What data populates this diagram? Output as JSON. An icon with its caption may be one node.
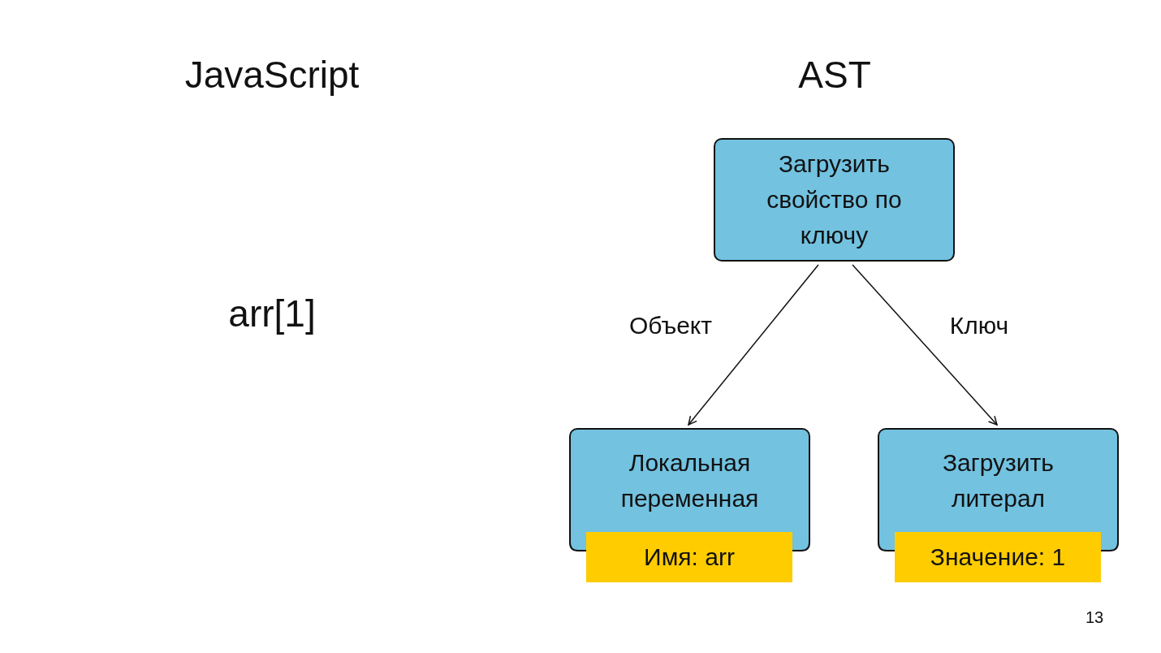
{
  "diagram": {
    "nodes": [
      {
        "text": [
          "Загрузить свойство по ключу"
        ]
      },
      {
        "text": [
          "Локальная переменная"
        ]
      },
      {
        "text": [
          "Имя: arr"
        ]
      },
      {
        "text": [
          "Загрузить литерал"
        ]
      },
      {
        "text": [
          "Значение: 1"
        ]
      }
    ],
    "edges": [
      {
        "from": 0,
        "to": 1,
        "arrow": "to",
        "label": "Объект"
      },
      {
        "from": 0,
        "to": 3,
        "arrow": "to",
        "label": "Ключ"
      }
    ],
    "labels": [
      "JavaScript",
      "AST",
      "arr[1]",
      "13"
    ]
  }
}
